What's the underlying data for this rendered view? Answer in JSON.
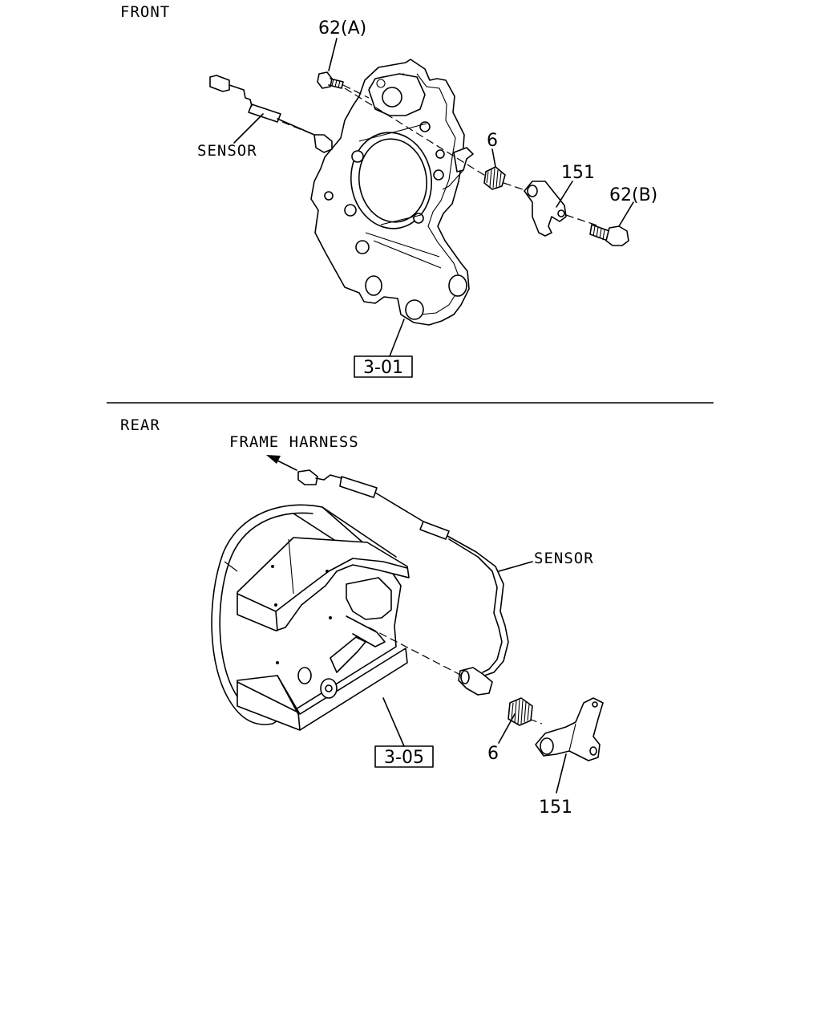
{
  "sections": {
    "front": {
      "title": "FRONT",
      "callouts": {
        "bolt_a": "62(A)",
        "sensor": "SENSOR",
        "bushing": "6",
        "bracket": "151",
        "bolt_b": "62(B)",
        "ref_box": "3-01"
      }
    },
    "rear": {
      "title": "REAR",
      "callouts": {
        "frame_harness": "FRAME HARNESS",
        "sensor": "SENSOR",
        "bushing": "6",
        "bracket": "151",
        "ref_box": "3-05"
      }
    }
  }
}
